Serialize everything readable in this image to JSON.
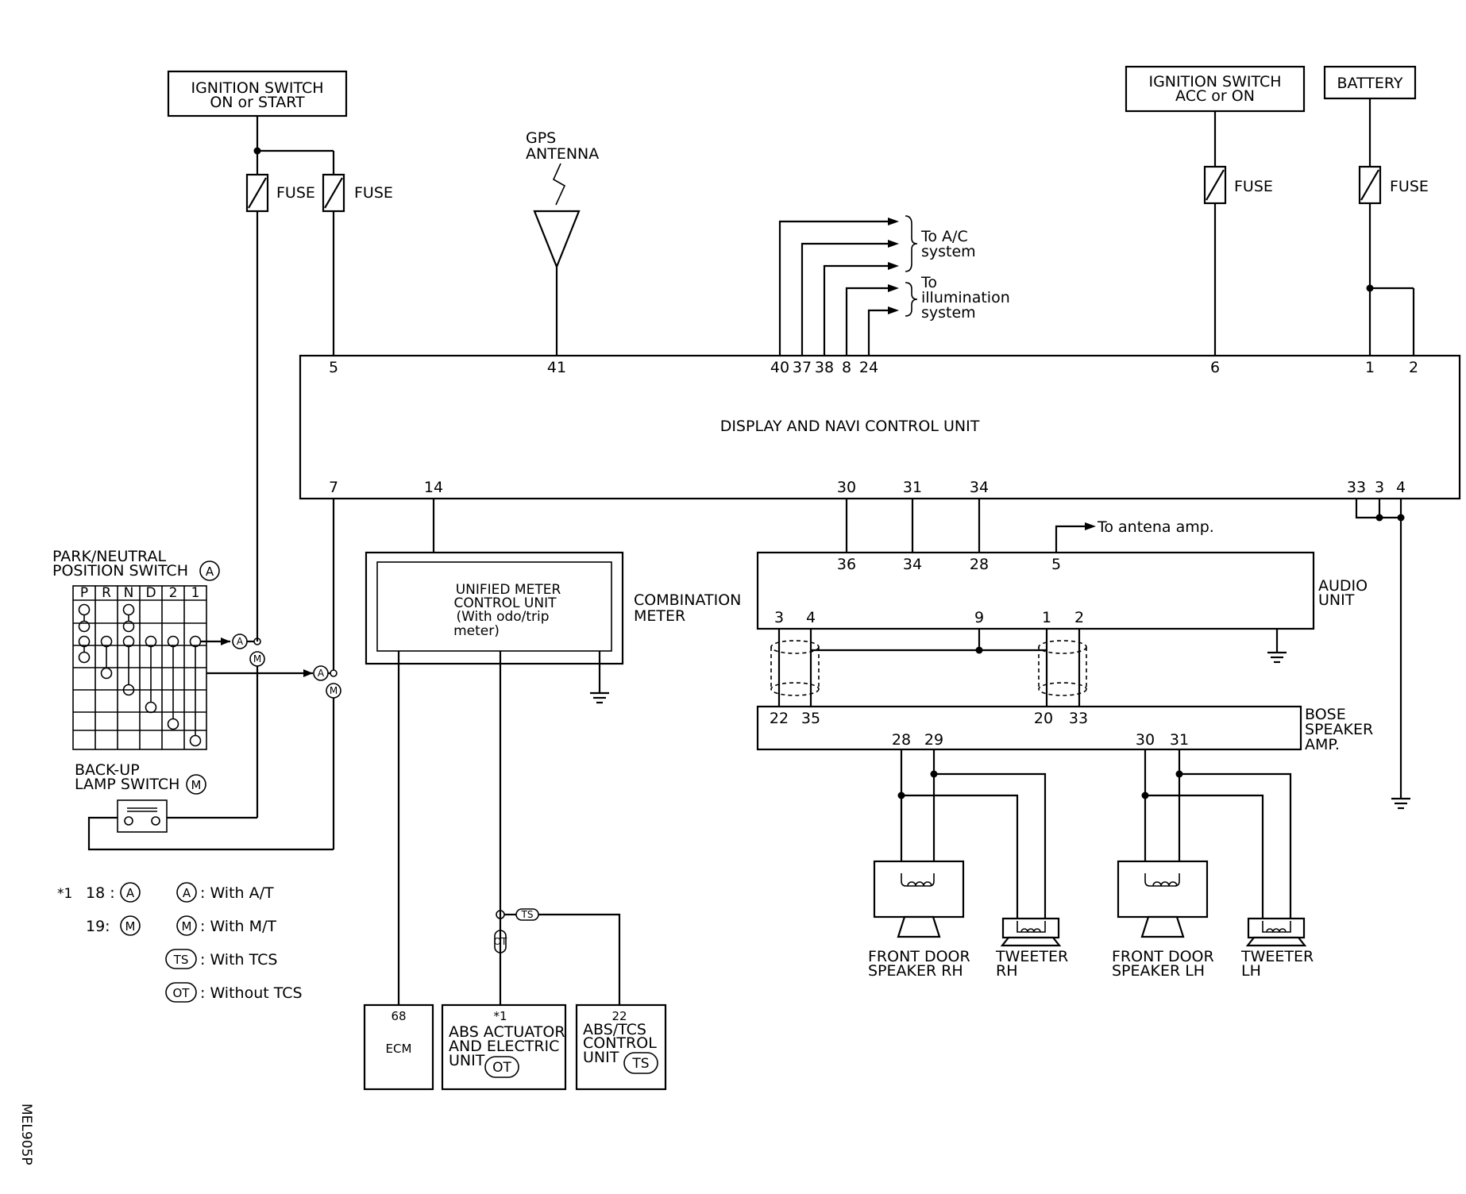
{
  "diagram_id": "MEL905P",
  "power_sources": {
    "ign_on_start": [
      "IGNITION SWITCH",
      "ON or START"
    ],
    "ign_acc_on": [
      "IGNITION SWITCH",
      "ACC or ON"
    ],
    "battery": "BATTERY",
    "fuse": "FUSE"
  },
  "gps_antenna": [
    "GPS",
    "ANTENNA"
  ],
  "navi_unit": {
    "label": "DISPLAY AND NAVI CONTROL UNIT",
    "top_pins": [
      "5",
      "41",
      "40",
      "37",
      "38",
      "8",
      "24",
      "6",
      "1",
      "2"
    ],
    "bottom_pins": [
      "7",
      "14",
      "30",
      "31",
      "34",
      "33",
      "3",
      "4"
    ]
  },
  "to_ac": [
    "To A/C",
    "system"
  ],
  "to_illum": [
    "To",
    "illumination",
    "system"
  ],
  "to_antenna_amp": "To antena amp.",
  "audio_unit": {
    "label": [
      "AUDIO",
      "UNIT"
    ],
    "top_pins": [
      "36",
      "34",
      "28",
      "5"
    ],
    "bottom_pins": [
      "3",
      "4",
      "9",
      "1",
      "2"
    ]
  },
  "bose_amp": {
    "label": [
      "BOSE",
      "SPEAKER",
      "AMP."
    ],
    "top_pins": [
      "22",
      "35",
      "20",
      "33"
    ],
    "bottom_pins": [
      "28",
      "29",
      "30",
      "31"
    ]
  },
  "speakers": {
    "front_rh": [
      "FRONT DOOR",
      "SPEAKER RH"
    ],
    "tweeter_rh": [
      "TWEETER",
      "RH"
    ],
    "front_lh": [
      "FRONT DOOR",
      "SPEAKER LH"
    ],
    "tweeter_lh": [
      "TWEETER",
      "LH"
    ]
  },
  "combination_meter": {
    "label": [
      "COMBINATION",
      "METER"
    ],
    "inner": [
      "UNIFIED METER",
      "CONTROL UNIT",
      "(With odo/trip",
      "meter)"
    ]
  },
  "park_neutral": {
    "label": [
      "PARK/NEUTRAL",
      "POSITION SWITCH"
    ],
    "marker": "A",
    "columns": [
      "P",
      "R",
      "N",
      "D",
      "2",
      "1"
    ]
  },
  "backup_lamp": {
    "label": [
      "BACK-UP",
      "LAMP SWITCH"
    ],
    "marker": "M"
  },
  "legend": {
    "star_line1": [
      "*1",
      "18 :"
    ],
    "star_line2": "19:",
    "a": "A",
    "m": "M",
    "ts": "TS",
    "ot": "OT",
    "with_at": ": With A/T",
    "with_mt": ": With M/T",
    "with_tcs": ": With TCS",
    "without_tcs": ": Without TCS"
  },
  "bottom_units": {
    "ecm": {
      "pin": "68",
      "label": "ECM"
    },
    "abs": {
      "pin": "*1",
      "label": [
        "ABS ACTUATOR",
        "AND ELECTRIC",
        "UNIT"
      ],
      "marker": "OT"
    },
    "abs_tcs": {
      "pin": "22",
      "label": [
        "ABS/TCS",
        "CONTROL",
        "UNIT"
      ],
      "marker": "TS"
    }
  }
}
